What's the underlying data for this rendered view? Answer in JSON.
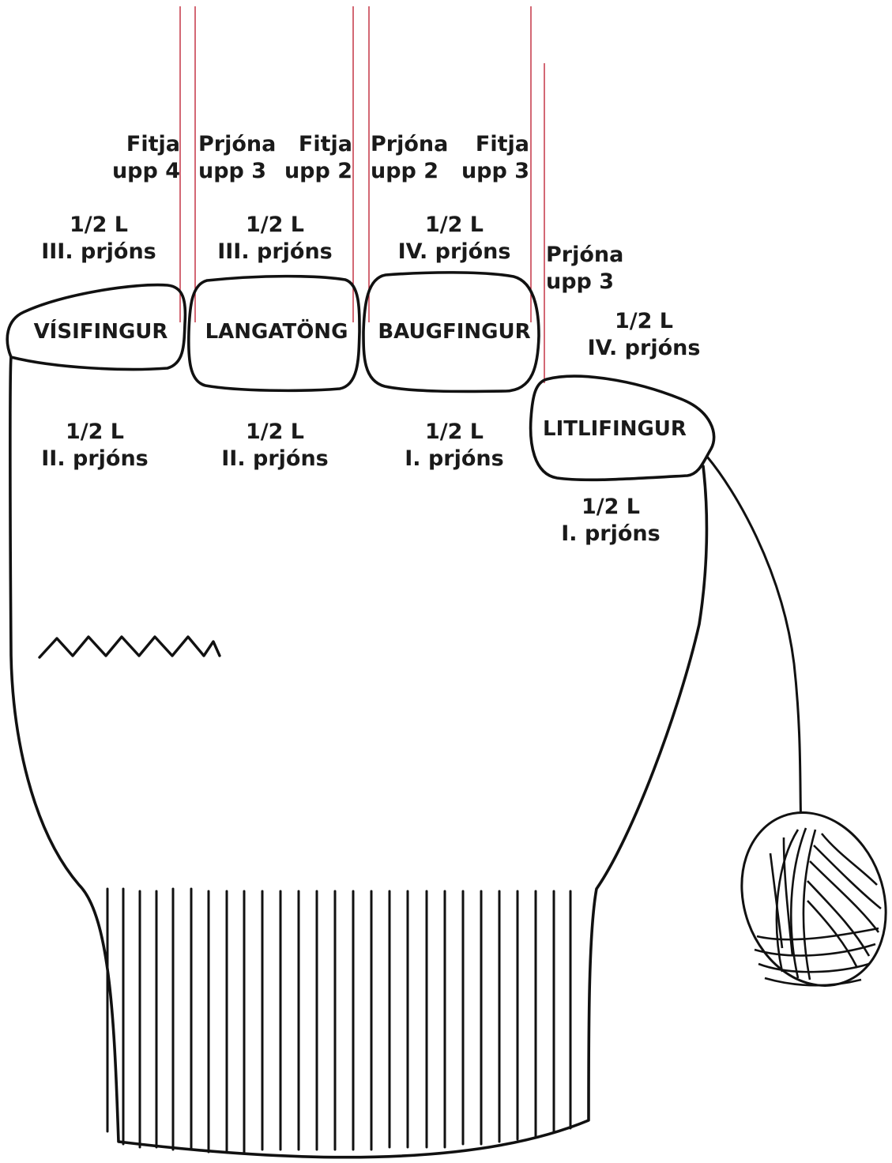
{
  "fingers": {
    "index": "VÍSIFINGUR",
    "middle": "LANGATÖNG",
    "ring": "BAUGFINGUR",
    "little": "LITLIFINGUR"
  },
  "top_labels": {
    "index_castoff": [
      "Fitja",
      "upp 4"
    ],
    "middle_knit": [
      "Prjóna",
      "upp 3"
    ],
    "middle_castoff": [
      "Fitja",
      "upp 2"
    ],
    "ring_knit": [
      "Prjóna",
      "upp 2"
    ],
    "ring_castoff": [
      "Fitja",
      "upp 3"
    ],
    "little_knit": [
      "Prjóna",
      "upp 3"
    ]
  },
  "stitch_labels": {
    "index_top": [
      "1/2 L",
      "III. prjóns"
    ],
    "middle_top": [
      "1/2 L",
      "III. prjóns"
    ],
    "ring_top": [
      "1/2 L",
      "IV. prjóns"
    ],
    "little_top": [
      "1/2 L",
      "IV. prjóns"
    ],
    "index_bottom": [
      "1/2 L",
      "II. prjóns"
    ],
    "middle_bottom": [
      "1/2 L",
      "II. prjóns"
    ],
    "ring_bottom": [
      "1/2 L",
      "I. prjóns"
    ],
    "little_bottom": [
      "1/2 L",
      "I. prjóns"
    ]
  },
  "colors": {
    "outline": "#111111",
    "guide_line": "#c0283a",
    "text": "#1a1a1a"
  },
  "icons": [
    "zigzag-stitch-icon",
    "yarn-ball-icon"
  ]
}
